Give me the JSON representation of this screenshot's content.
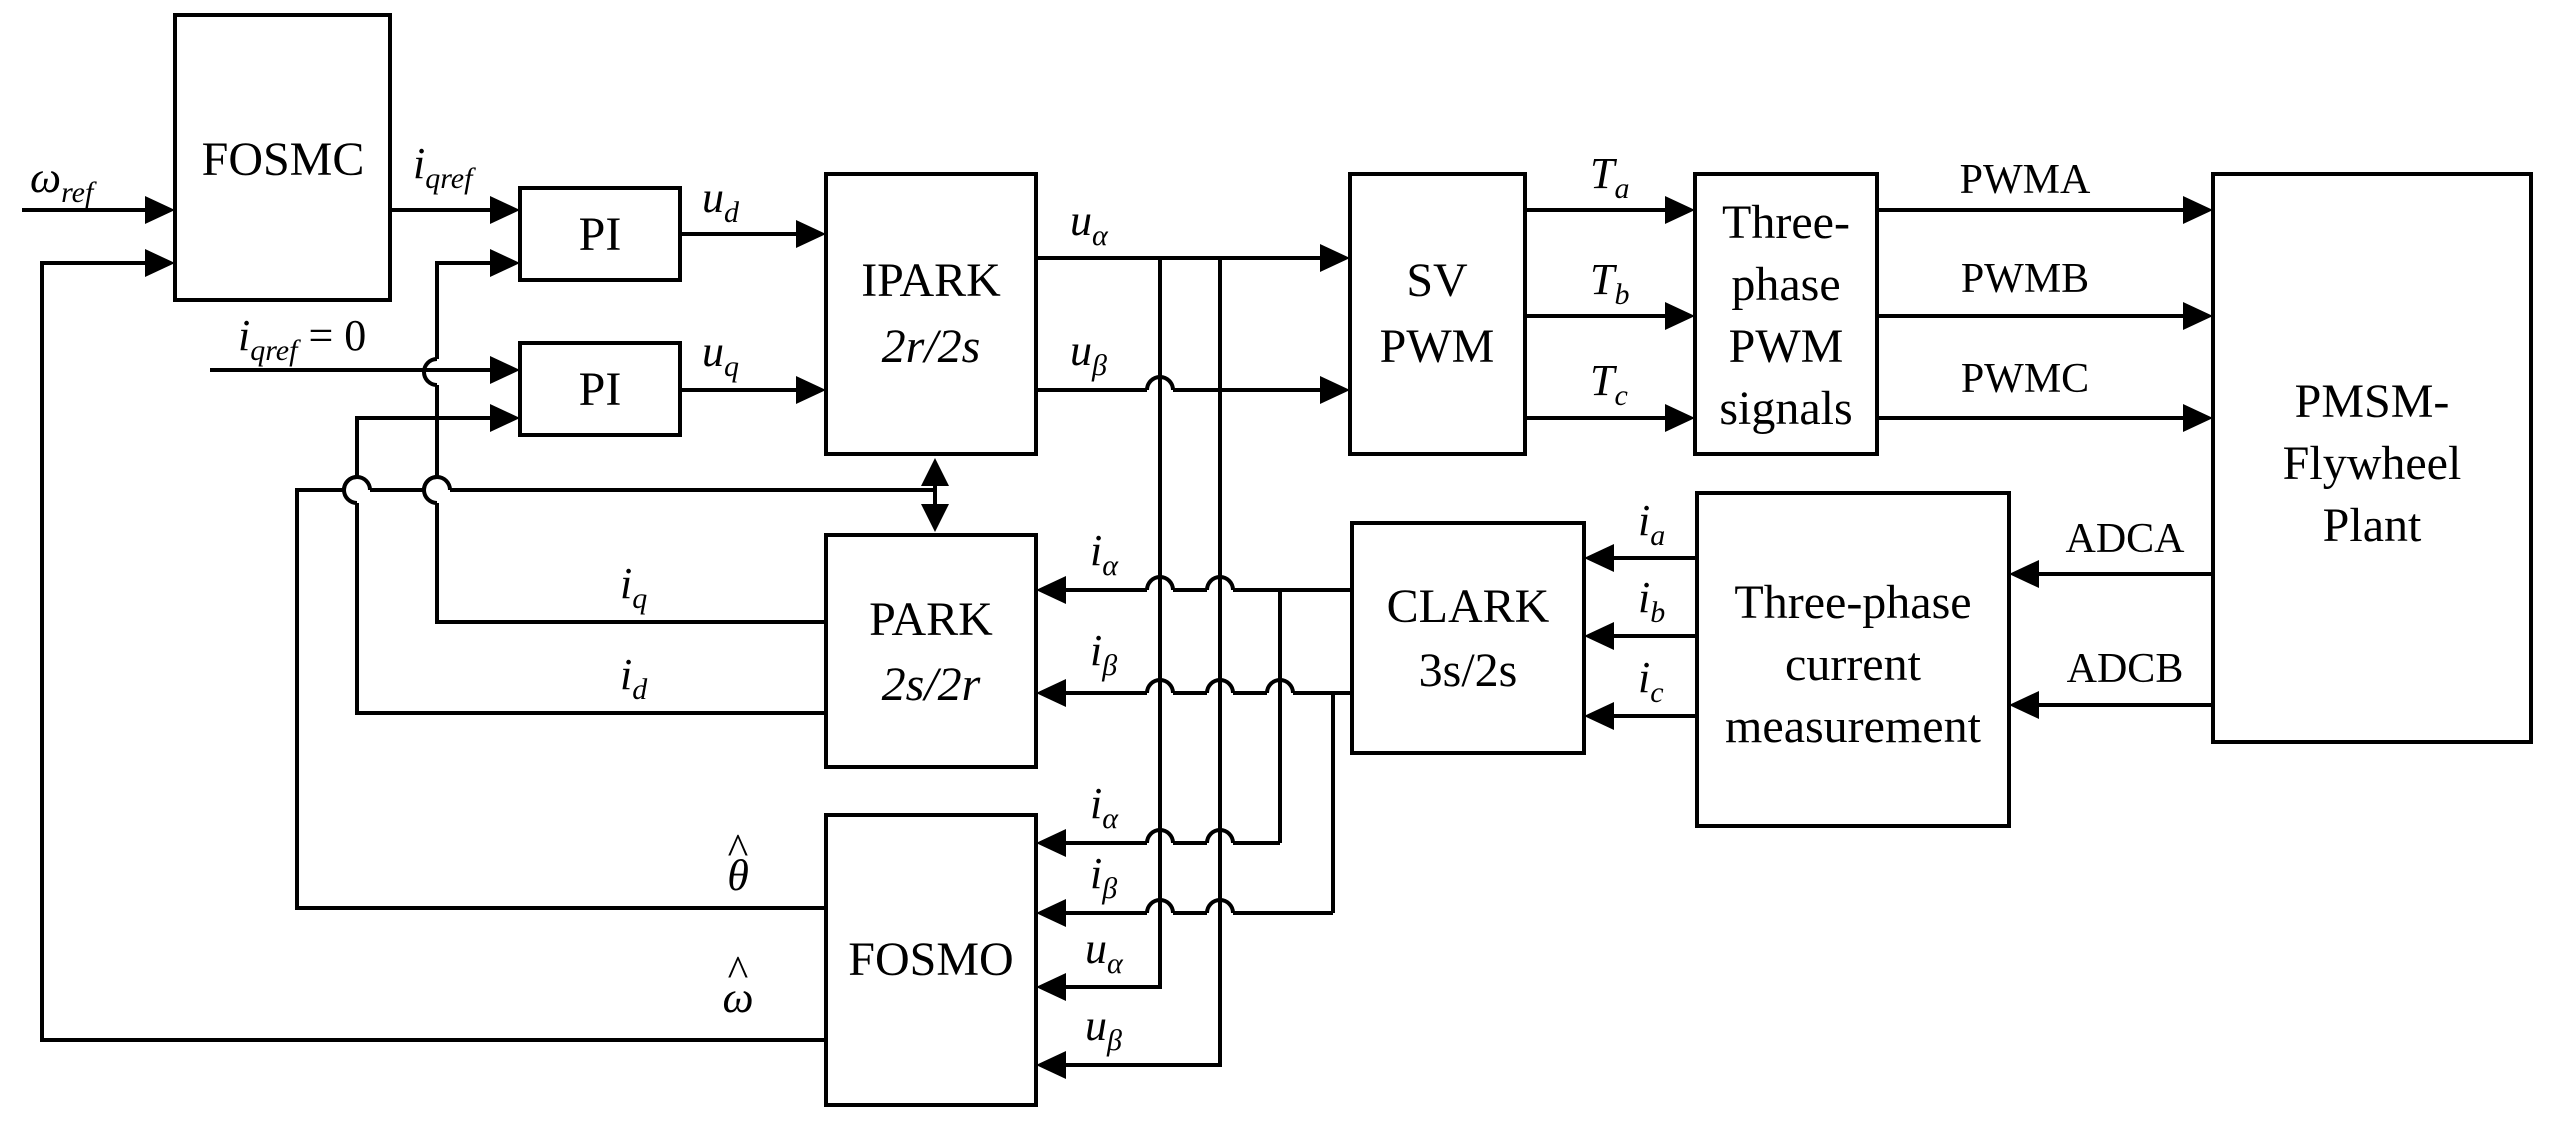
{
  "blocks": {
    "fosmc": [
      "FOSMC"
    ],
    "pi_top": [
      "PI"
    ],
    "pi_bottom": [
      "PI"
    ],
    "ipark": [
      "IPARK",
      "2r/2s"
    ],
    "park": [
      "PARK",
      "2s/2r"
    ],
    "svpwm": [
      "SV",
      "PWM"
    ],
    "three_phase_pwm": [
      "Three-",
      "phase",
      "PWM",
      "signals"
    ],
    "clark": [
      "CLARK",
      "3s/2s"
    ],
    "current_meas": [
      "Three-phase",
      "current",
      "measurement"
    ],
    "fosmo": [
      "FOSMO"
    ],
    "plant": [
      "PMSM-",
      "Flywheel",
      "Plant"
    ]
  },
  "signals": {
    "omega_ref": {
      "main": "ω",
      "sub": "ref"
    },
    "iqref": {
      "main": "i",
      "sub": "qref"
    },
    "idref_zero": {
      "main": "i",
      "sub": "qref",
      "tail": " = 0"
    },
    "ud": {
      "main": "u",
      "sub": "d"
    },
    "uq": {
      "main": "u",
      "sub": "q"
    },
    "u_alpha": {
      "main": "u",
      "sub": "α"
    },
    "u_beta": {
      "main": "u",
      "sub": "β"
    },
    "i_q": {
      "main": "i",
      "sub": "q"
    },
    "i_d": {
      "main": "i",
      "sub": "d"
    },
    "i_alpha": {
      "main": "i",
      "sub": "α"
    },
    "i_beta": {
      "main": "i",
      "sub": "β"
    },
    "Ta": {
      "main": "T",
      "sub": "a"
    },
    "Tb": {
      "main": "T",
      "sub": "b"
    },
    "Tc": {
      "main": "T",
      "sub": "c"
    },
    "ia": {
      "main": "i",
      "sub": "a"
    },
    "ib": {
      "main": "i",
      "sub": "b"
    },
    "ic": {
      "main": "i",
      "sub": "c"
    },
    "theta_hat": {
      "main": "θ",
      "hat": "^"
    },
    "omega_hat": {
      "main": "ω",
      "hat": "^"
    }
  },
  "outputs": {
    "pwma": "PWMA",
    "pwmb": "PWMB",
    "pwmc": "PWMC",
    "adca": "ADCA",
    "adcb": "ADCB"
  }
}
